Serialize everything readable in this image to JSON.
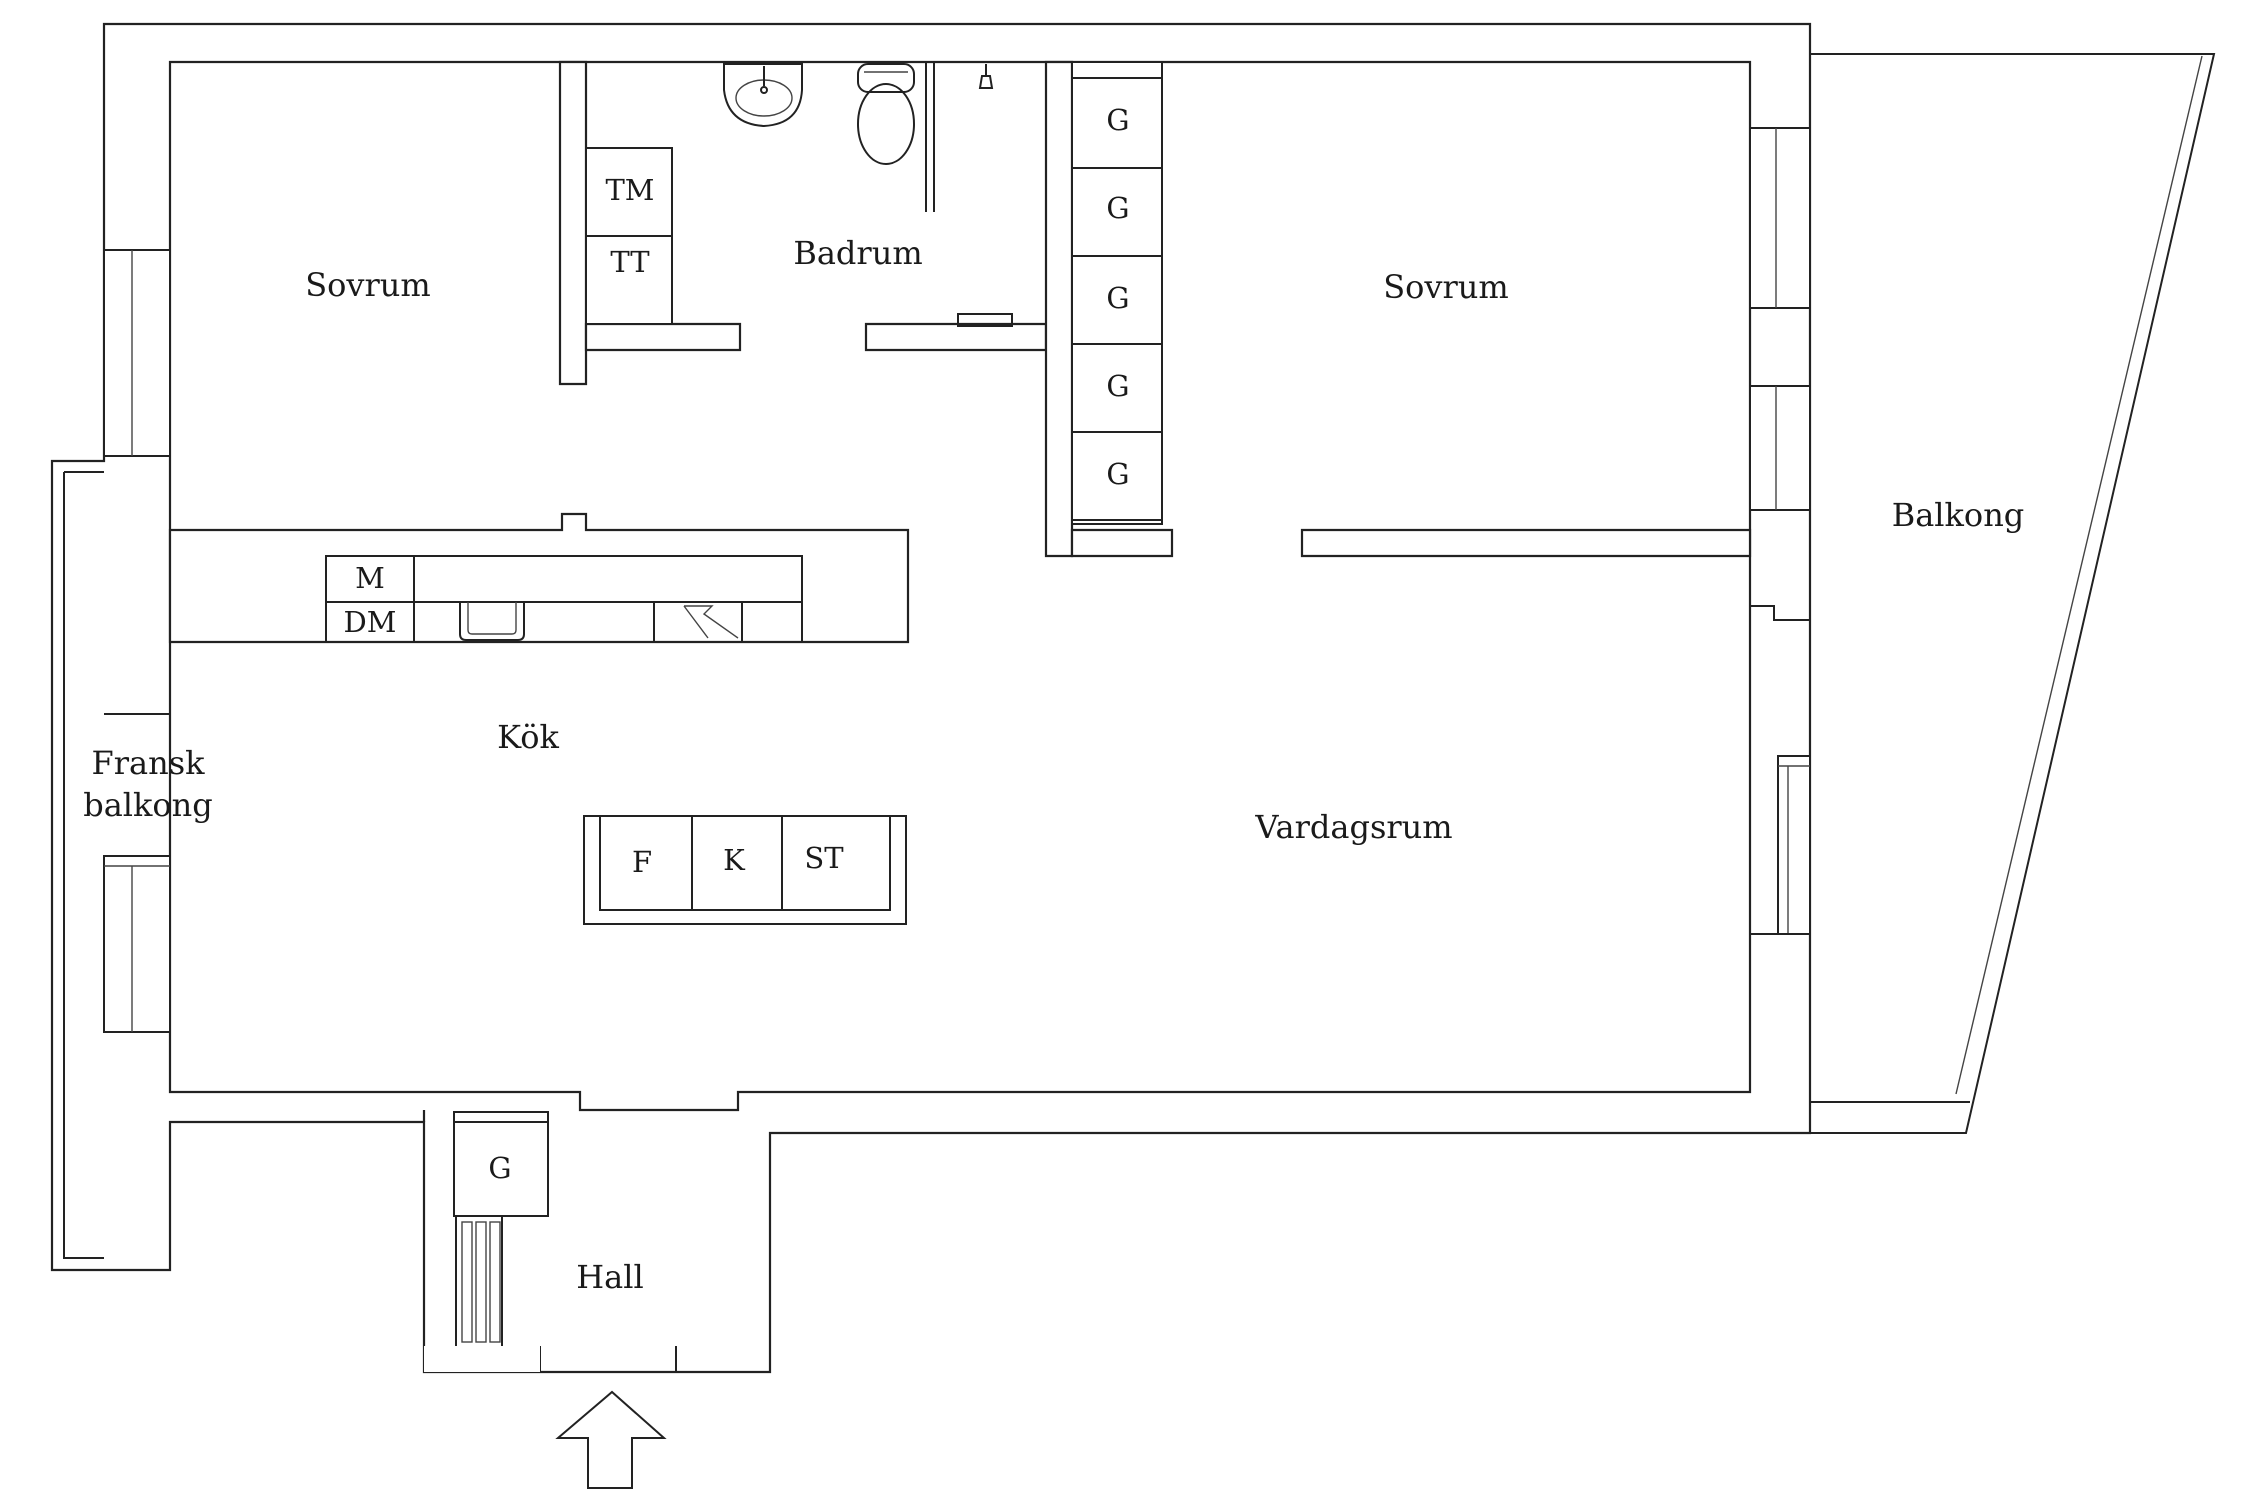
{
  "rooms": {
    "bedroom_left": "Sovrum",
    "bathroom": "Badrum",
    "bedroom_right": "Sovrum",
    "balcony": "Balkong",
    "french_balcony_line1": "Fransk",
    "french_balcony_line2": "balkong",
    "kitchen": "Kök",
    "living_room": "Vardagsrum",
    "hall": "Hall"
  },
  "fixtures": {
    "washing_machine": "TM",
    "tumble_dryer": "TT",
    "microwave": "M",
    "dishwasher": "DM",
    "fridge": "F",
    "cooler": "K",
    "stove": "ST",
    "wardrobe": "G"
  },
  "icons": {
    "entrance": "entrance-arrow-icon",
    "sink": "washbasin-icon",
    "toilet": "toilet-icon",
    "kitchen_sink": "kitchen-sink-icon",
    "radiator": "radiator-icon"
  }
}
